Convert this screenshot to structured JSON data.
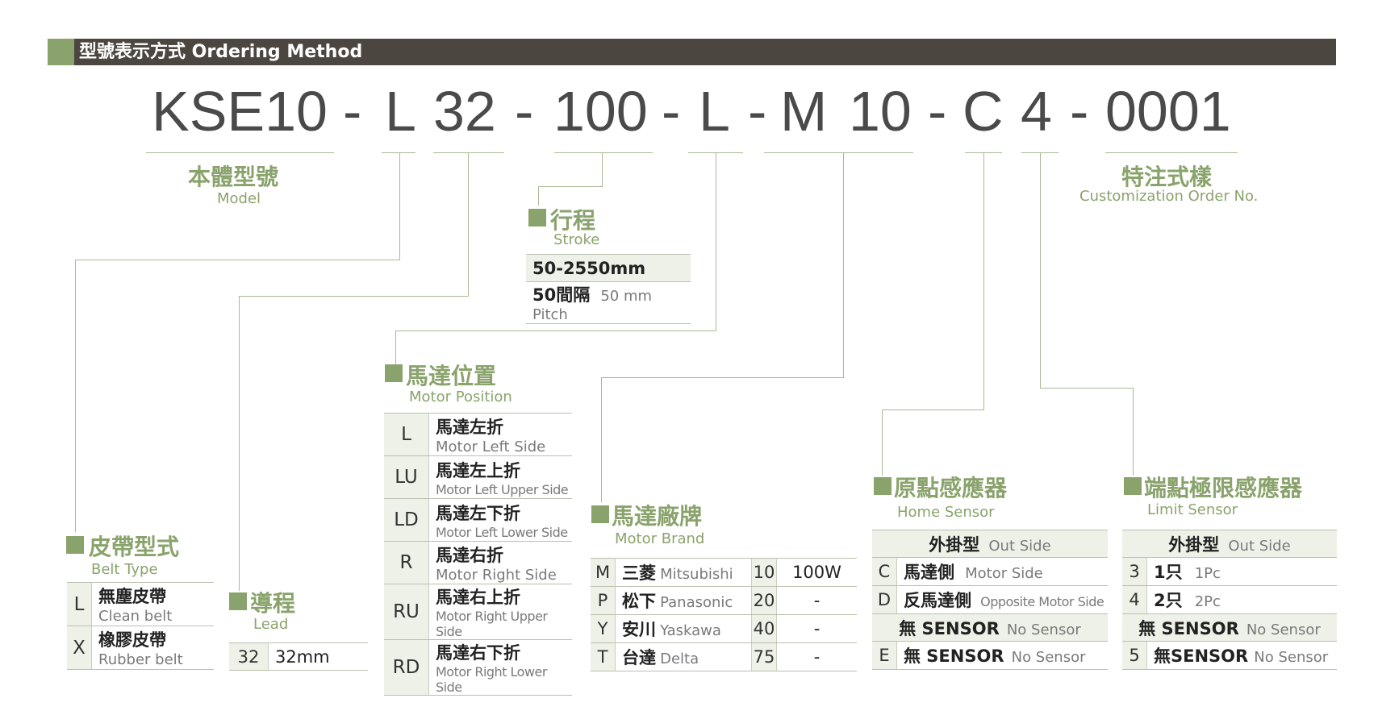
{
  "header": {
    "title": "型號表示方式 Ordering Method"
  },
  "code_parts": [
    {
      "key": "model",
      "text": "KSE10"
    },
    {
      "key": "d1",
      "text": "-"
    },
    {
      "key": "belt",
      "text": "L"
    },
    {
      "key": "lead",
      "text": "32"
    },
    {
      "key": "d2",
      "text": "-"
    },
    {
      "key": "stroke",
      "text": "100"
    },
    {
      "key": "d3",
      "text": "-"
    },
    {
      "key": "position",
      "text": "L"
    },
    {
      "key": "d4",
      "text": "-"
    },
    {
      "key": "brand",
      "text": "M"
    },
    {
      "key": "power",
      "text": "10"
    },
    {
      "key": "d5",
      "text": "-"
    },
    {
      "key": "home",
      "text": "C"
    },
    {
      "key": "limit",
      "text": "4"
    },
    {
      "key": "d6",
      "text": "-"
    },
    {
      "key": "custom",
      "text": "0001"
    }
  ],
  "model": {
    "zh": "本體型號",
    "en": "Model"
  },
  "custom": {
    "zh": "特注式樣",
    "en": "Customization Order No."
  },
  "stroke": {
    "zh": "行程",
    "en": "Stroke",
    "range": "50-2550mm",
    "pitch_zh": "50間隔",
    "pitch_en": "50 mm Pitch"
  },
  "belt": {
    "zh": "皮帶型式",
    "en": "Belt Type",
    "items": [
      {
        "code": "L",
        "zh": "無塵皮帶",
        "en": "Clean belt"
      },
      {
        "code": "X",
        "zh": "橡膠皮帶",
        "en": "Rubber belt"
      }
    ]
  },
  "lead": {
    "zh": "導程",
    "en": "Lead",
    "code": "32",
    "value": "32mm"
  },
  "position": {
    "zh": "馬達位置",
    "en": "Motor Position",
    "items": [
      {
        "code": "L",
        "zh": "馬達左折",
        "en": "Motor Left Side"
      },
      {
        "code": "LU",
        "zh": "馬達左上折",
        "en": "Motor Left Upper Side"
      },
      {
        "code": "LD",
        "zh": "馬達左下折",
        "en": "Motor Left Lower Side"
      },
      {
        "code": "R",
        "zh": "馬達右折",
        "en": "Motor Right Side"
      },
      {
        "code": "RU",
        "zh": "馬達右上折",
        "en": "Motor Right Upper Side"
      },
      {
        "code": "RD",
        "zh": "馬達右下折",
        "en": "Motor Right Lower Side"
      }
    ]
  },
  "brand": {
    "zh": "馬達廠牌",
    "en": "Motor Brand",
    "items": [
      {
        "code": "M",
        "zh": "三菱",
        "en": "Mitsubishi",
        "pcode": "10",
        "power": "100W"
      },
      {
        "code": "P",
        "zh": "松下",
        "en": "Panasonic",
        "pcode": "20",
        "power": "-"
      },
      {
        "code": "Y",
        "zh": "安川",
        "en": "Yaskawa",
        "pcode": "40",
        "power": "-"
      },
      {
        "code": "T",
        "zh": "台達",
        "en": "Delta",
        "pcode": "75",
        "power": "-"
      }
    ]
  },
  "home": {
    "zh": "原點感應器",
    "en": "Home Sensor",
    "outside_zh": "外掛型",
    "outside_en": "Out Side",
    "items": [
      {
        "code": "C",
        "zh": "馬達側",
        "en": "Motor Side"
      },
      {
        "code": "D",
        "zh": "反馬達側",
        "en": "Opposite Motor Side"
      }
    ],
    "nosensor_zh": "無 SENSOR",
    "nosensor_en": "No Sensor",
    "e_code": "E",
    "e_zh": "無 SENSOR",
    "e_en": "No Sensor"
  },
  "limit": {
    "zh": "端點極限感應器",
    "en": "Limit Sensor",
    "outside_zh": "外掛型",
    "outside_en": "Out Side",
    "items": [
      {
        "code": "3",
        "zh": "1只",
        "en": "1Pc"
      },
      {
        "code": "4",
        "zh": "2只",
        "en": "2Pc"
      }
    ],
    "nosensor_zh": "無 SENSOR",
    "nosensor_en": "No Sensor",
    "five_code": "5",
    "five_zh": "無SENSOR",
    "five_en": "No Sensor"
  }
}
